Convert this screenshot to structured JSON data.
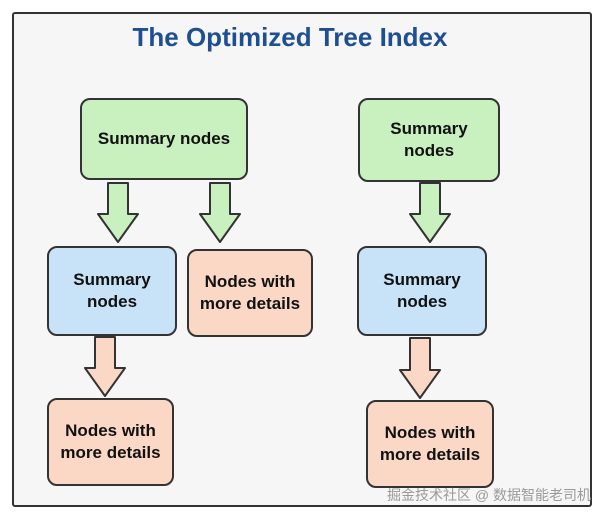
{
  "title": "The Optimized Tree Index",
  "left_tree": {
    "root_label": "Summary nodes",
    "mid_label": "Summary nodes",
    "mid_detail_label": "Nodes with more details",
    "leaf_label": "Nodes with more details"
  },
  "right_tree": {
    "root_label": "Summary nodes",
    "mid_label": "Summary nodes",
    "leaf_label": "Nodes with more details"
  },
  "colors": {
    "green": "#c9f0bf",
    "blue": "#c8e3f7",
    "peach": "#fbd8c6",
    "title": "#1f4f93"
  },
  "watermark": "掘金技术社区 @ 数据智能老司机"
}
